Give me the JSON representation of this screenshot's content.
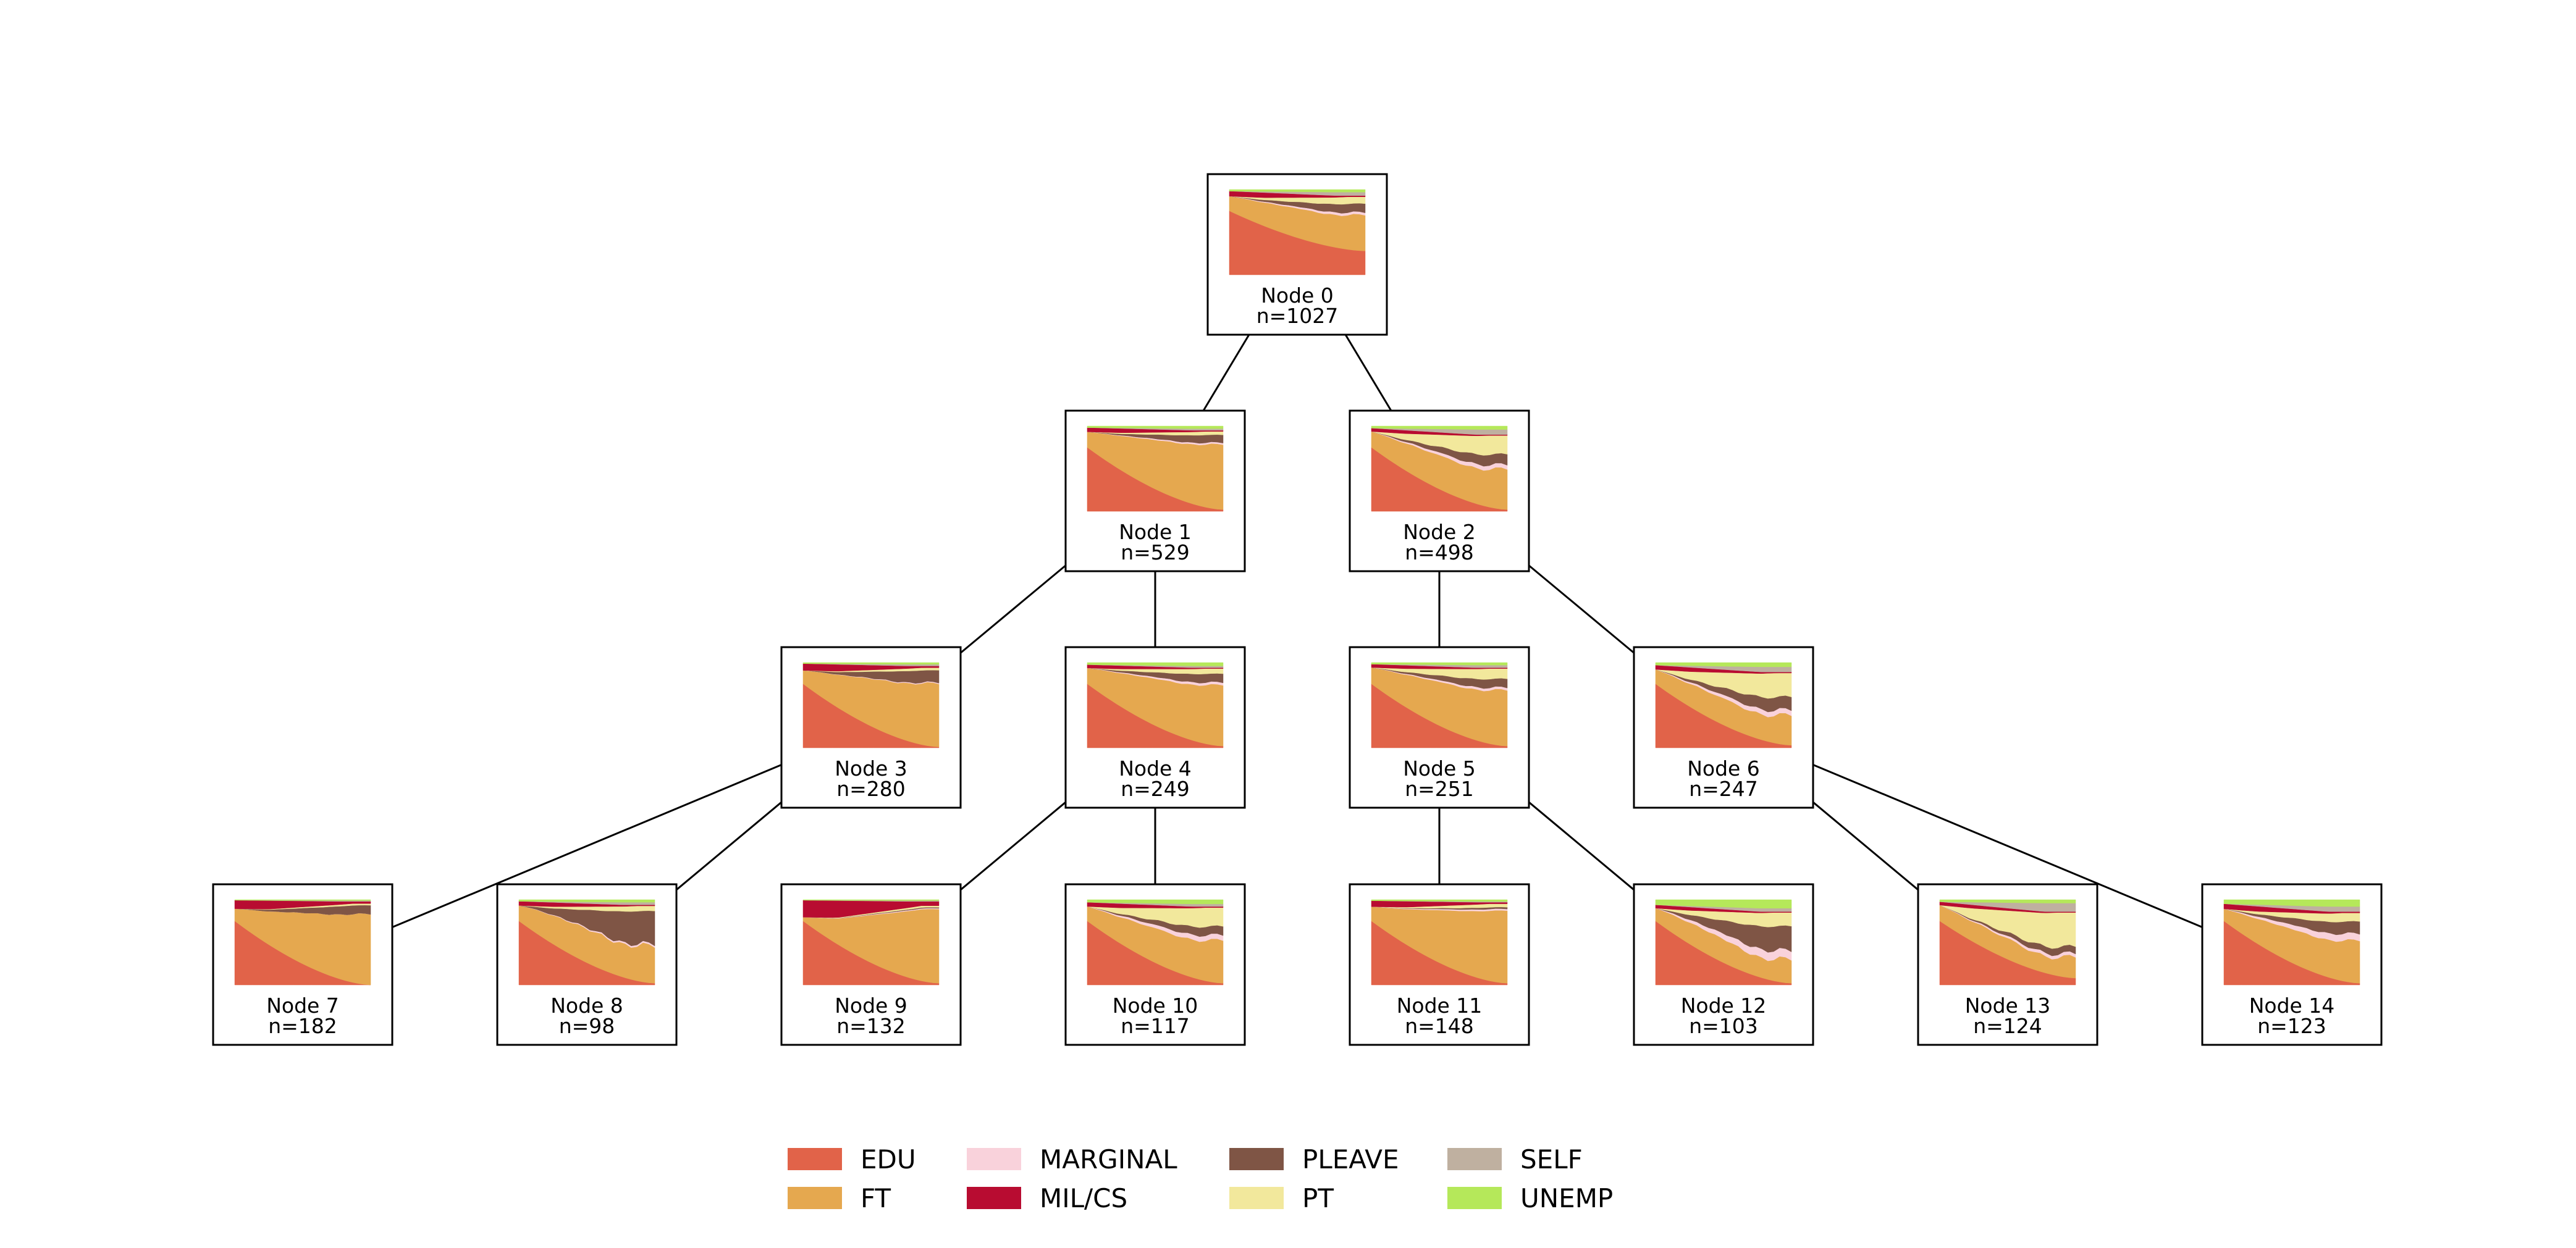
{
  "states": [
    {
      "code": "EDU",
      "color": "#E16349"
    },
    {
      "code": "FT",
      "color": "#E5A84F"
    },
    {
      "code": "MARGINAL",
      "color": "#F9D2DB"
    },
    {
      "code": "MIL/CS",
      "color": "#B80C31"
    },
    {
      "code": "PLEAVE",
      "color": "#7F5545"
    },
    {
      "code": "PT",
      "color": "#F2E89C"
    },
    {
      "code": "SELF",
      "color": "#BFB0A0"
    },
    {
      "code": "UNEMP",
      "color": "#B5E85A"
    }
  ],
  "nodes": [
    {
      "id": 0,
      "label": "Node 0",
      "n_text": "n=1027",
      "n": 1027,
      "parent": null,
      "edu_end": 0.28,
      "mil": 0.06,
      "marg": 0.03,
      "pleave": 0.1,
      "pt": 0.08,
      "self": 0.04,
      "unemp": 0.03
    },
    {
      "id": 1,
      "label": "Node 1",
      "n_text": "n=529",
      "n": 529,
      "parent": 0,
      "edu_end": 0.02,
      "mil": 0.05,
      "marg": 0.02,
      "pleave": 0.09,
      "pt": 0.04,
      "self": 0.02,
      "unemp": 0.03
    },
    {
      "id": 2,
      "label": "Node 2",
      "n_text": "n=498",
      "n": 498,
      "parent": 0,
      "edu_end": 0.02,
      "mil": 0.04,
      "marg": 0.05,
      "pleave": 0.12,
      "pt": 0.22,
      "self": 0.06,
      "unemp": 0.04
    },
    {
      "id": 3,
      "label": "Node 3",
      "n_text": "n=280",
      "n": 280,
      "parent": 1,
      "edu_end": 0.01,
      "mil": 0.08,
      "marg": 0.01,
      "pleave": 0.14,
      "pt": 0.03,
      "self": 0.02,
      "unemp": 0.02
    },
    {
      "id": 4,
      "label": "Node 4",
      "n_text": "n=249",
      "n": 249,
      "parent": 1,
      "edu_end": 0.02,
      "mil": 0.04,
      "marg": 0.03,
      "pleave": 0.1,
      "pt": 0.06,
      "self": 0.02,
      "unemp": 0.04
    },
    {
      "id": 5,
      "label": "Node 5",
      "n_text": "n=251",
      "n": 251,
      "parent": 2,
      "edu_end": 0.02,
      "mil": 0.04,
      "marg": 0.03,
      "pleave": 0.1,
      "pt": 0.12,
      "self": 0.03,
      "unemp": 0.03
    },
    {
      "id": 6,
      "label": "Node 6",
      "n_text": "n=247",
      "n": 247,
      "parent": 2,
      "edu_end": 0.03,
      "mil": 0.05,
      "marg": 0.06,
      "pleave": 0.15,
      "pt": 0.28,
      "self": 0.06,
      "unemp": 0.05
    },
    {
      "id": 7,
      "label": "Node 7",
      "n_text": "n=182",
      "n": 182,
      "parent": 3,
      "edu_end": 0.0,
      "mil": 0.1,
      "marg": 0.0,
      "pleave": 0.1,
      "pt": 0.02,
      "self": 0.01,
      "unemp": 0.01
    },
    {
      "id": 8,
      "label": "Node 8",
      "n_text": "n=98",
      "n": 98,
      "parent": 3,
      "edu_end": 0.02,
      "mil": 0.05,
      "marg": 0.02,
      "pleave": 0.38,
      "pt": 0.06,
      "self": 0.03,
      "unemp": 0.03
    },
    {
      "id": 9,
      "label": "Node 9",
      "n_text": "n=132",
      "n": 132,
      "parent": 4,
      "edu_end": 0.02,
      "mil": 0.2,
      "marg": 0.01,
      "pleave": 0.01,
      "pt": 0.02,
      "self": 0.01,
      "unemp": 0.01
    },
    {
      "id": 10,
      "label": "Node 10",
      "n_text": "n=117",
      "n": 117,
      "parent": 4,
      "edu_end": 0.02,
      "mil": 0.05,
      "marg": 0.06,
      "pleave": 0.1,
      "pt": 0.22,
      "self": 0.03,
      "unemp": 0.05
    },
    {
      "id": 11,
      "label": "Node 11",
      "n_text": "n=148",
      "n": 148,
      "parent": 5,
      "edu_end": 0.02,
      "mil": 0.07,
      "marg": 0.02,
      "pleave": 0.02,
      "pt": 0.04,
      "self": 0.01,
      "unemp": 0.02
    },
    {
      "id": 12,
      "label": "Node 12",
      "n_text": "n=103",
      "n": 103,
      "parent": 5,
      "edu_end": 0.02,
      "mil": 0.04,
      "marg": 0.1,
      "pleave": 0.28,
      "pt": 0.16,
      "self": 0.04,
      "unemp": 0.1
    },
    {
      "id": 13,
      "label": "Node 13",
      "n_text": "n=124",
      "n": 124,
      "parent": 6,
      "edu_end": 0.08,
      "mil": 0.04,
      "marg": 0.04,
      "pleave": 0.08,
      "pt": 0.4,
      "self": 0.1,
      "unemp": 0.04
    },
    {
      "id": 14,
      "label": "Node 14",
      "n_text": "n=123",
      "n": 123,
      "parent": 6,
      "edu_end": 0.02,
      "mil": 0.06,
      "marg": 0.08,
      "pleave": 0.14,
      "pt": 0.1,
      "self": 0.06,
      "unemp": 0.08
    }
  ]
}
